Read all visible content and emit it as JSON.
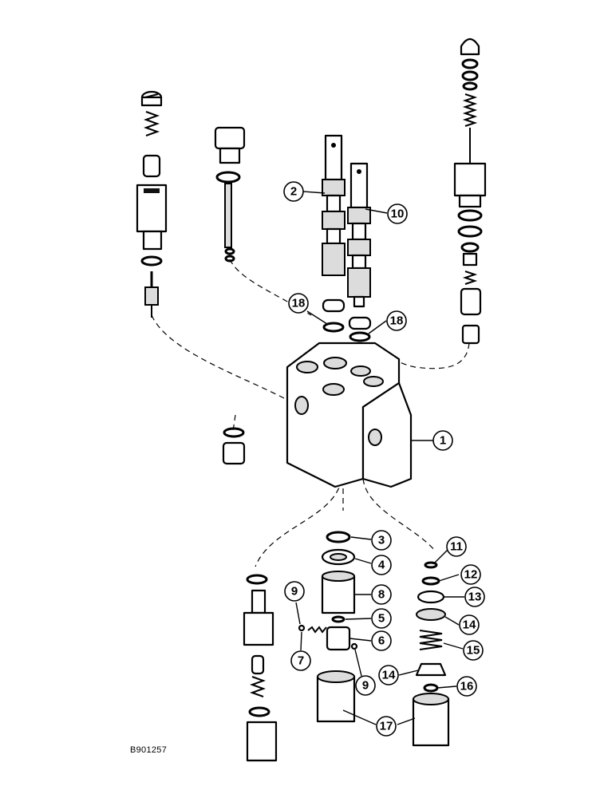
{
  "figure": {
    "code": "B901257"
  },
  "callouts": {
    "c1": "1",
    "c2": "2",
    "c3": "3",
    "c4": "4",
    "c5": "5",
    "c6": "6",
    "c7": "7",
    "c8": "8",
    "c9a": "9",
    "c9b": "9",
    "c10": "10",
    "c11": "11",
    "c12": "12",
    "c13": "13",
    "c14a": "14",
    "c14b": "14",
    "c15": "15",
    "c16": "16",
    "c17": "17",
    "c18a": "18",
    "c18b": "18"
  }
}
